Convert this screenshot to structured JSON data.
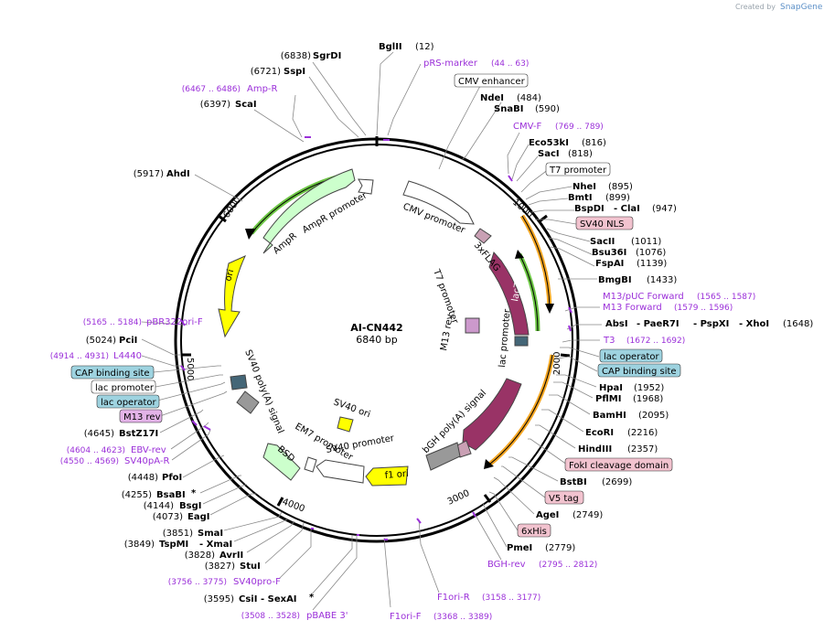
{
  "plasmid": {
    "name": "AI-CN442",
    "size_label": "6840 bp"
  },
  "watermark": {
    "created_by": "Created by",
    "brand": "SnapGene"
  },
  "ticks": [
    "1000",
    "2000",
    "3000",
    "4000",
    "5000",
    "6000"
  ],
  "features": [
    {
      "label": "CMV promoter",
      "color": "#ffffff"
    },
    {
      "label": "3xFLAG",
      "color": "#c9a0b4"
    },
    {
      "label": "lacZα",
      "color": "#993366"
    },
    {
      "label": "lac promoter",
      "color": "#ffffff"
    },
    {
      "label": "T7 promoter",
      "color": "#ffffff"
    },
    {
      "label": "M13 rev",
      "color": "#cccccc"
    },
    {
      "label": "bGH poly(A) signal",
      "color": "#993366"
    },
    {
      "label": "f1 ori",
      "color": "#ffff00"
    },
    {
      "label": "SV40 promoter",
      "color": "#ffffff"
    },
    {
      "label": "BSD",
      "color": "#ccffcc"
    },
    {
      "label": "EM7 promoter",
      "color": "#ffffff"
    },
    {
      "label": "SV40 ori",
      "color": "#ffff00"
    },
    {
      "label": "SV40 poly(A) signal",
      "color": "#999999"
    },
    {
      "label": "ori",
      "color": "#ffff00"
    },
    {
      "label": "AmpR",
      "color": "#ccffcc"
    },
    {
      "label": "AmpR promoter",
      "color": "#ffffff"
    }
  ],
  "labels": {
    "sgrdi": {
      "name": "SgrDI",
      "pos": "(6838)"
    },
    "bglii": {
      "name": "BglII",
      "pos": "(12)"
    },
    "sspi": {
      "name": "SspI",
      "pos": "(6721)"
    },
    "ampr_primer": {
      "name": "Amp-R",
      "pos": "(6467 .. 6486)"
    },
    "scai": {
      "name": "ScaI",
      "pos": "(6397)"
    },
    "ahdi": {
      "name": "AhdI",
      "pos": "(5917)"
    },
    "prs_marker": {
      "name": "pRS-marker",
      "pos": "(44 .. 63)"
    },
    "cmv_enh": {
      "name": "CMV enhancer"
    },
    "ndei": {
      "name": "NdeI",
      "pos": "(484)"
    },
    "snabi": {
      "name": "SnaBI",
      "pos": "(590)"
    },
    "cmvf": {
      "name": "CMV-F",
      "pos": "(769 .. 789)"
    },
    "eco53ki": {
      "name": "Eco53kI",
      "pos": "(816)"
    },
    "saci1": {
      "name": "SacI",
      "pos": "(818)"
    },
    "t7prom": {
      "name": "T7 promoter"
    },
    "nhei": {
      "name": "NheI",
      "pos": "(895)"
    },
    "bmti": {
      "name": "BmtI",
      "pos": "(899)"
    },
    "bspdi": {
      "name": "BspDI",
      "sep": "- ClaI",
      "pos": "(947)"
    },
    "sv40nls": {
      "name": "SV40 NLS"
    },
    "sacii": {
      "name": "SacII",
      "pos": "(1011)"
    },
    "bsu36i": {
      "name": "Bsu36I",
      "pos": "(1076)"
    },
    "fspai": {
      "name": "FspAI",
      "pos": "(1139)"
    },
    "bmgbi": {
      "name": "BmgBI",
      "pos": "(1433)"
    },
    "m13puc": {
      "name": "M13/pUC Forward",
      "pos": "(1565 .. 1587)"
    },
    "m13fwd": {
      "name": "M13 Forward",
      "pos": "(1579 .. 1596)"
    },
    "absi": {
      "name": "AbsI",
      "s1": "- PaeR7I",
      "s2": "- PspXI",
      "s3": "- XhoI",
      "pos": "(1648)"
    },
    "t3": {
      "name": "T3",
      "pos": "(1672 .. 1692)"
    },
    "lacop_r": {
      "name": "lac operator"
    },
    "cap_r": {
      "name": "CAP binding site"
    },
    "hpai": {
      "name": "HpaI",
      "pos": "(1952)"
    },
    "pflmi": {
      "name": "PflMI",
      "pos": "(1968)"
    },
    "bamhi": {
      "name": "BamHI",
      "pos": "(2095)"
    },
    "ecori": {
      "name": "EcoRI",
      "pos": "(2216)"
    },
    "hindiii": {
      "name": "HindIII",
      "pos": "(2357)"
    },
    "foki": {
      "name": "FokI cleavage domain"
    },
    "bstbi": {
      "name": "BstBI",
      "pos": "(2699)"
    },
    "v5tag": {
      "name": "V5 tag"
    },
    "agei": {
      "name": "AgeI",
      "pos": "(2749)"
    },
    "his6": {
      "name": "6xHis"
    },
    "pmei": {
      "name": "PmeI",
      "pos": "(2779)"
    },
    "bghrev": {
      "name": "BGH-rev",
      "pos": "(2795 .. 2812)"
    },
    "f1orir": {
      "name": "F1ori-R",
      "pos": "(3158 .. 3177)"
    },
    "f1orif": {
      "name": "F1ori-F",
      "pos": "(3368 .. 3389)"
    },
    "pbabe3": {
      "name": "pBABE 3'",
      "pos": "(3508 .. 3528)"
    },
    "csii": {
      "name": "CsiI",
      "sep": "- SexAI",
      "star": "*",
      "pos": "(3595)"
    },
    "sv40pro": {
      "name": "SV40pro-F",
      "pos": "(3756 .. 3775)"
    },
    "stui": {
      "name": "StuI",
      "pos": "(3827)"
    },
    "avrii": {
      "name": "AvrII",
      "pos": "(3828)"
    },
    "tspmi": {
      "name": "TspMI",
      "sep": "- XmaI",
      "pos": "(3849)"
    },
    "smai": {
      "name": "SmaI",
      "pos": "(3851)"
    },
    "eagi": {
      "name": "EagI",
      "pos": "(4073)"
    },
    "bsgi": {
      "name": "BsgI",
      "pos": "(4144)"
    },
    "bsabi": {
      "name": "BsaBI",
      "star": "*",
      "pos": "(4255)"
    },
    "pfoi": {
      "name": "PfoI",
      "pos": "(4448)"
    },
    "sv40par": {
      "name": "SV40pA-R",
      "pos": "(4550 .. 4569)"
    },
    "ebvrev": {
      "name": "EBV-rev",
      "pos": "(4604 .. 4623)"
    },
    "bstz17i": {
      "name": "BstZ17I",
      "pos": "(4645)"
    },
    "m13rev_l": {
      "name": "M13 rev"
    },
    "lacop_l": {
      "name": "lac operator"
    },
    "lacprom_l": {
      "name": "lac promoter"
    },
    "cap_l": {
      "name": "CAP binding site"
    },
    "l4440": {
      "name": "L4440",
      "pos": "(4914 .. 4931)"
    },
    "pcii": {
      "name": "PciI",
      "pos": "(5024)"
    },
    "pbr322": {
      "name": "pBR322ori-F",
      "pos": "(5165 .. 5184)"
    }
  }
}
